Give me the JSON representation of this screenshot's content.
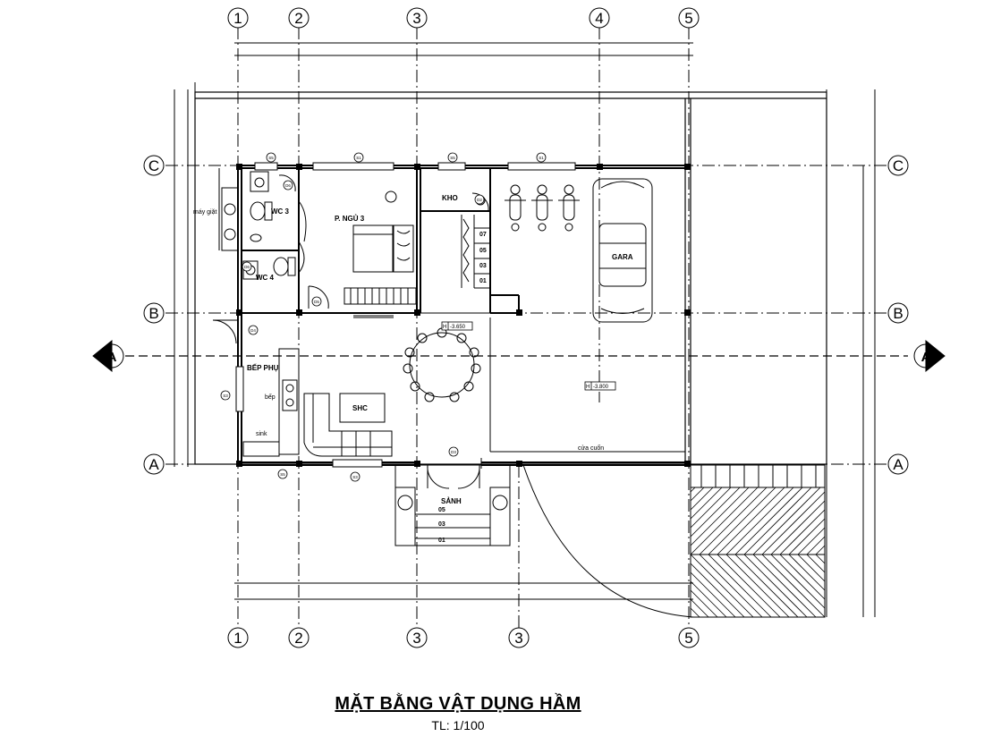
{
  "drawing": {
    "title": "MẶT BẰNG VẬT DỤNG HẦM",
    "scale": "TL: 1/100"
  },
  "grid_axes": {
    "top": [
      "1",
      "2",
      "3",
      "4",
      "5"
    ],
    "bottom": [
      "1",
      "2",
      "3",
      "3",
      "5"
    ],
    "left": [
      "C",
      "B",
      "A"
    ],
    "right": [
      "C",
      "B",
      "A"
    ]
  },
  "section_marks": {
    "left": "A",
    "right": "A"
  },
  "rooms": {
    "wc3": "WC 3",
    "wc4": "WC 4",
    "bedroom": "P. NGỦ 3",
    "storage": "KHO",
    "garage": "GARA",
    "kitchen": "BẾP PHỤ",
    "living": "SHC",
    "lobby": "SẢNH"
  },
  "fixtures": {
    "washer": "máy giặt",
    "stove": "bếp",
    "sink": "sink",
    "rolling_door": "cửa cuốn"
  },
  "levels": {
    "dining": "-3.650",
    "garage": "-3.800",
    "level_prefix": "H"
  },
  "stairs_inner": [
    "07",
    "05",
    "03",
    "01"
  ],
  "stairs_entry": [
    "05",
    "03",
    "01"
  ],
  "door_tags": [
    "D5",
    "D6",
    "D4",
    "D5",
    "D3",
    "D2"
  ],
  "window_tags": [
    "S1",
    "S5",
    "S1",
    "S3",
    "S5",
    "S3"
  ]
}
